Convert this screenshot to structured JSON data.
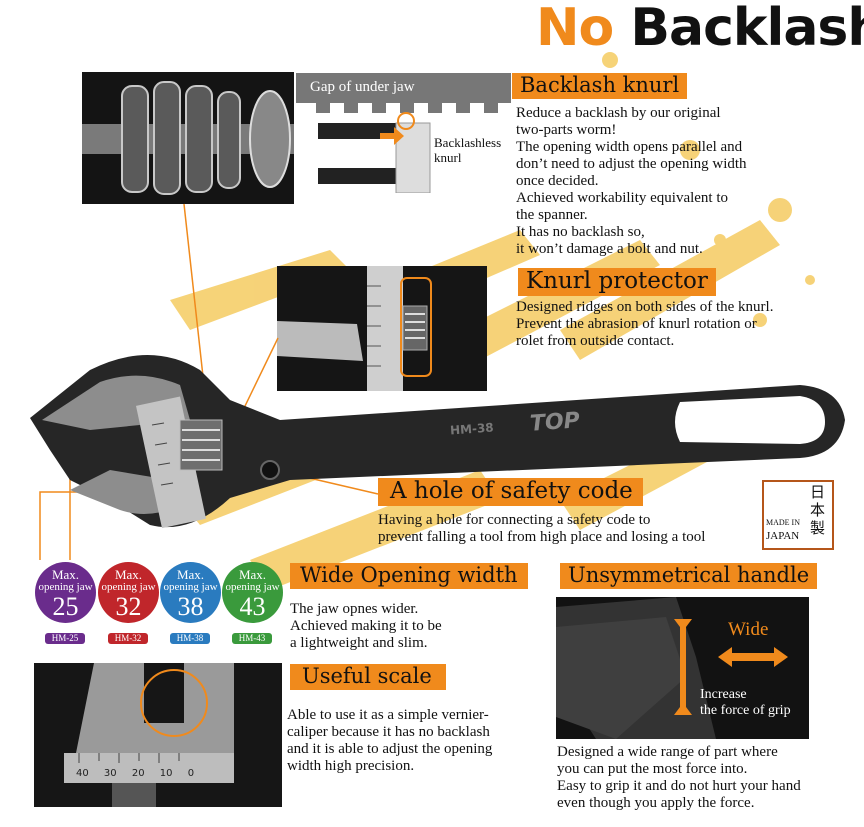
{
  "title": {
    "part1": "No",
    "part2": "Backlash"
  },
  "colors": {
    "accent": "#f08a1c",
    "dark": "#111111",
    "deco": "#f3c44b"
  },
  "gap_diagram": {
    "label": "Gap of under jaw",
    "knurl_label": "Backlashless\nknurl"
  },
  "backlash_knurl": {
    "heading": "Backlash knurl",
    "text": "Reduce a backlash by our original\ntwo-parts worm!\nThe opening width opens parallel and\ndon’t need to adjust the opening width\nonce decided.\nAchieved workability equivalent to\nthe spanner.\nIt has  no backlash so,\n it won’t damage a bolt and nut."
  },
  "knurl_protector": {
    "heading": "Knurl protector",
    "text": "Designed ridges on both sides of the knurl.\nPrevent the abrasion of  knurl rotation or\nrolet from outside contact."
  },
  "wrench": {
    "model_mark": "HM-38",
    "brand": "TOP"
  },
  "safety_code": {
    "heading": "A hole of safety code",
    "text": "Having a hole for connecting a safety code to\nprevent falling a tool from high place and losing a tool"
  },
  "made_in": {
    "line1": "MADE IN",
    "line2": "JAPAN",
    "kanji1": "日",
    "kanji2": "本",
    "kanji3": "製"
  },
  "jaw_badges": [
    {
      "label": "Max.",
      "sub": "opening jaw",
      "value": "25",
      "model": "HM-25",
      "color": "#6a2c8c"
    },
    {
      "label": "Max.",
      "sub": "opening jaw",
      "value": "32",
      "model": "HM-32",
      "color": "#c0262b"
    },
    {
      "label": "Max.",
      "sub": "opening jaw",
      "value": "38",
      "model": "HM-38",
      "color": "#2a7bbf"
    },
    {
      "label": "Max.",
      "sub": "opening jaw",
      "value": "43",
      "model": "HM-43",
      "color": "#3a9a3c"
    }
  ],
  "wide_opening": {
    "heading": "Wide Opening width",
    "text": "The jaw opnes wider.\nAchieved making it to be\na lightweight and slim."
  },
  "useful_scale": {
    "heading": "Useful scale",
    "text": "Able to use it as a simple vernier-\ncaliper because it has no backlash\nand it is able to adjust the opening\nwidth high precision."
  },
  "scale_ticks": [
    "40",
    "30",
    "20",
    "10",
    "0"
  ],
  "unsym_handle": {
    "heading": "Unsymmetrical handle",
    "wide": "Wide",
    "increase": "Increase\nthe force of grip",
    "text": "Designed a wide range of part where\nyou can put the most force into.\nEasy to grip it and do not hurt your hand\neven though you apply the force."
  }
}
